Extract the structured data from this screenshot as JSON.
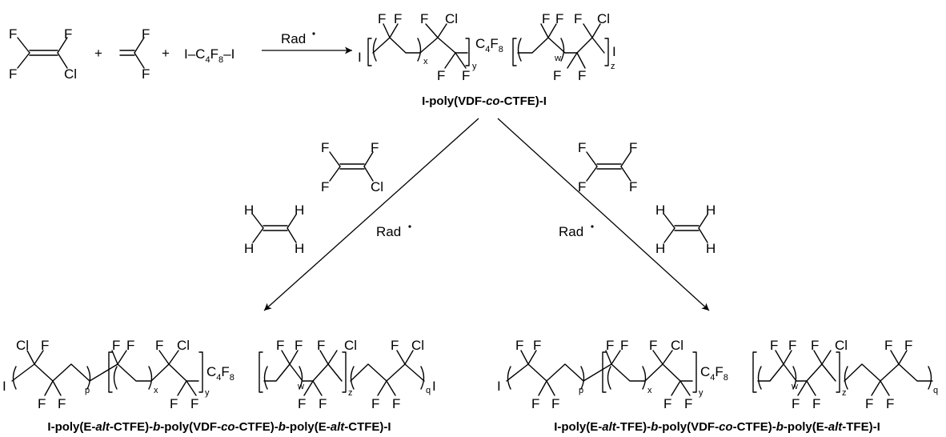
{
  "reactants": {
    "ctfe": {
      "f1": "F",
      "f2": "F",
      "f3": "F",
      "cl": "Cl"
    },
    "plus": "+",
    "vdf": {
      "f1": "F",
      "f2": "F"
    },
    "initiator_formula": "I–C4F8–I"
  },
  "step1": {
    "reagent": "Rad"
  },
  "product1": {
    "caption_parts": [
      "I-poly(VDF-",
      "co",
      "-CTFE)-I"
    ],
    "atoms": {
      "i": "I",
      "f": "F",
      "cl": "Cl",
      "c": "C",
      "c_sub": "4",
      "f_sub": "8"
    },
    "subscripts": [
      "x",
      "y",
      "w",
      "z"
    ]
  },
  "left_branch": {
    "monomer": {
      "f1": "F",
      "f2": "F",
      "f3": "F",
      "cl": "Cl"
    },
    "ethylene": {
      "h": "H"
    },
    "reagent": "Rad",
    "product_caption_parts": [
      "I-poly(E-",
      "alt",
      "-CTFE)-",
      "b",
      "-poly(VDF-",
      "co",
      "-CTFE)-",
      "b",
      "-poly(E-",
      "alt",
      "-CTFE)-I"
    ],
    "subscripts": [
      "p",
      "x",
      "y",
      "w",
      "z",
      "q"
    ]
  },
  "right_branch": {
    "monomer": {
      "f": "F"
    },
    "ethylene": {
      "h": "H"
    },
    "reagent": "Rad",
    "product_caption_parts": [
      "I-poly(E-",
      "alt",
      "-TFE)-",
      "b",
      "-poly(VDF-",
      "co",
      "-CTFE)-",
      "b",
      "-poly(E-",
      "alt",
      "-TFE)-I"
    ],
    "subscripts": [
      "p",
      "x",
      "y",
      "w",
      "z",
      "q"
    ]
  }
}
